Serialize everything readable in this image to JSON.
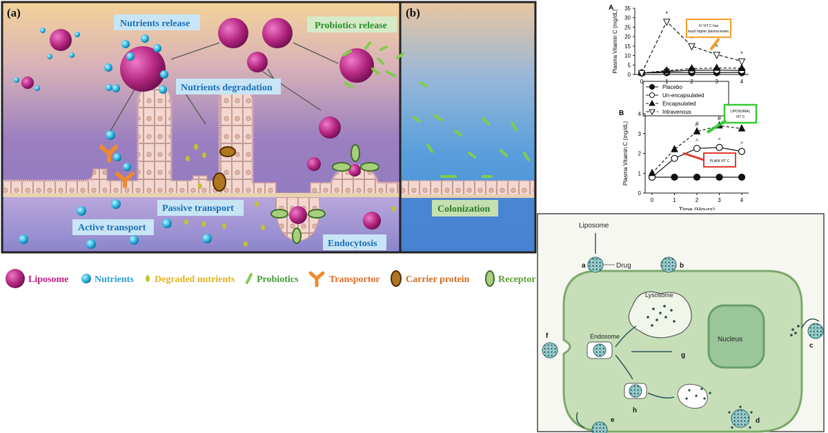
{
  "panel_a": {
    "label": "(a)",
    "nutrients_release": "Nutrients release",
    "probiotics_release": "Probiotics release",
    "nutrients_degradation": "Nutrients degradation",
    "passive_transport": "Passive transport",
    "active_transport": "Active transport",
    "endocytosis": "Endocytosis"
  },
  "panel_b": {
    "label": "(b)",
    "colonization": "Colonization"
  },
  "legend": {
    "liposome": "Liposome",
    "nutrients": "Nutrients",
    "degraded": "Degraded nutrients",
    "probiotics": "Probiotics",
    "transportor": "Transportor",
    "carrier": "Carrier protein",
    "receptor": "Receptor"
  },
  "chart_data": [
    {
      "type": "line",
      "panel": "A",
      "title": "",
      "ylabel": "Plasma Vitamin C (mg/dL)",
      "ylim": [
        0,
        35
      ],
      "yticks": [
        0,
        5,
        10,
        15,
        20,
        25,
        30,
        35
      ],
      "x": [
        0,
        1,
        2,
        3,
        4
      ],
      "series": [
        {
          "name": "Placebo",
          "values": [
            0.8,
            1.0,
            1.0,
            1.0,
            1.0
          ]
        },
        {
          "name": "Un-encapsulated",
          "values": [
            0.8,
            1.6,
            2.2,
            2.3,
            2.1
          ]
        },
        {
          "name": "Encapsulated",
          "values": [
            0.8,
            2.0,
            3.1,
            3.4,
            3.3
          ]
        },
        {
          "name": "Intravenous",
          "values": [
            0.8,
            28.0,
            15.0,
            10.5,
            7.0
          ]
        }
      ],
      "annotation": "IV VIT C has much higher plasma levels.",
      "markers": [
        "*",
        "*",
        "*",
        "*"
      ]
    },
    {
      "type": "line",
      "panel": "B",
      "title": "",
      "xlabel": "Time (Hours)",
      "ylabel": "Plasma Vitamin C (mg/dL)",
      "ylim": [
        0,
        4
      ],
      "yticks": [
        0,
        1,
        2,
        3,
        4
      ],
      "x": [
        0,
        1,
        2,
        3,
        4
      ],
      "series": [
        {
          "name": "Placebo",
          "values": [
            0.8,
            0.8,
            0.8,
            0.8,
            0.8
          ]
        },
        {
          "name": "Un-encapsulated",
          "values": [
            0.8,
            1.75,
            2.25,
            2.3,
            2.1
          ]
        },
        {
          "name": "Encapsulated",
          "values": [
            1.0,
            2.2,
            3.1,
            3.4,
            3.25
          ]
        }
      ],
      "legend": [
        "Placebo",
        "Un-encapsulated",
        "Encapsulated",
        "Intravenous"
      ],
      "callout_green": "LIPOSOMAL VIT C",
      "callout_red": "PLAIN VIT C",
      "markers": [
        "#",
        "#",
        "^",
        "^",
        "^"
      ]
    }
  ],
  "cell": {
    "liposome": "Liposome",
    "drug": "Drug",
    "lysosome": "Lysosome",
    "endosome": "Endosome",
    "nucleus": "Nucleus",
    "letters": [
      "a",
      "b",
      "c",
      "d",
      "e",
      "f",
      "g",
      "h"
    ]
  }
}
